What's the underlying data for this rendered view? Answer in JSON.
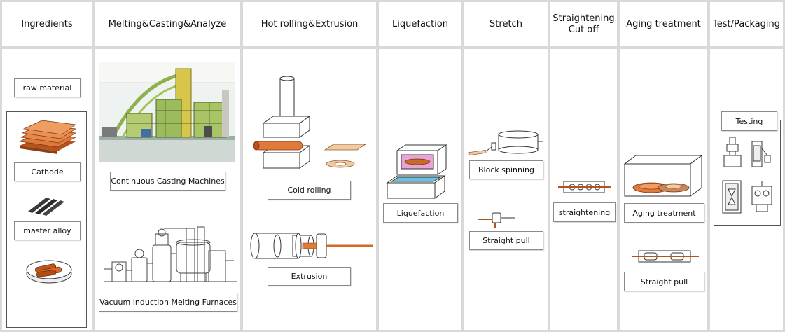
{
  "headers": {
    "ingredients": "Ingredients",
    "melting": "Melting&Casting&Analyze",
    "hot_rolling": "Hot rolling&Extrusion",
    "liquefaction": "Liquefaction",
    "stretch": "Stretch",
    "straightening_line1": "Straightening",
    "straightening_line2": "Cut off",
    "aging": "Aging treatment",
    "test_packaging": "Test/Packaging"
  },
  "labels": {
    "raw_material": "raw material",
    "cathode": "Cathode",
    "master_alloy": "master alloy",
    "continuous_casting": "Continuous Casting Machines",
    "vacuum_furnace": "Vacuum Induction Melting Furnaces",
    "cold_rolling": "Cold rolling",
    "extrusion": "Extrusion",
    "liquefaction": "Liquefaction",
    "block_spinning": "Block spinning",
    "straight_pull_stretch": "Straight pull",
    "straightening": "straightening",
    "aging_treatment": "Aging treatment",
    "straight_pull_aging": "Straight pull",
    "testing": "Testing"
  },
  "colors": {
    "copper": "#e07a3a",
    "copper_dark": "#b5531d",
    "magenta": "#e8a3d8",
    "cyan": "#63c4e6",
    "machine_green": "#8fb04a",
    "machine_yellow": "#d8c64a"
  }
}
